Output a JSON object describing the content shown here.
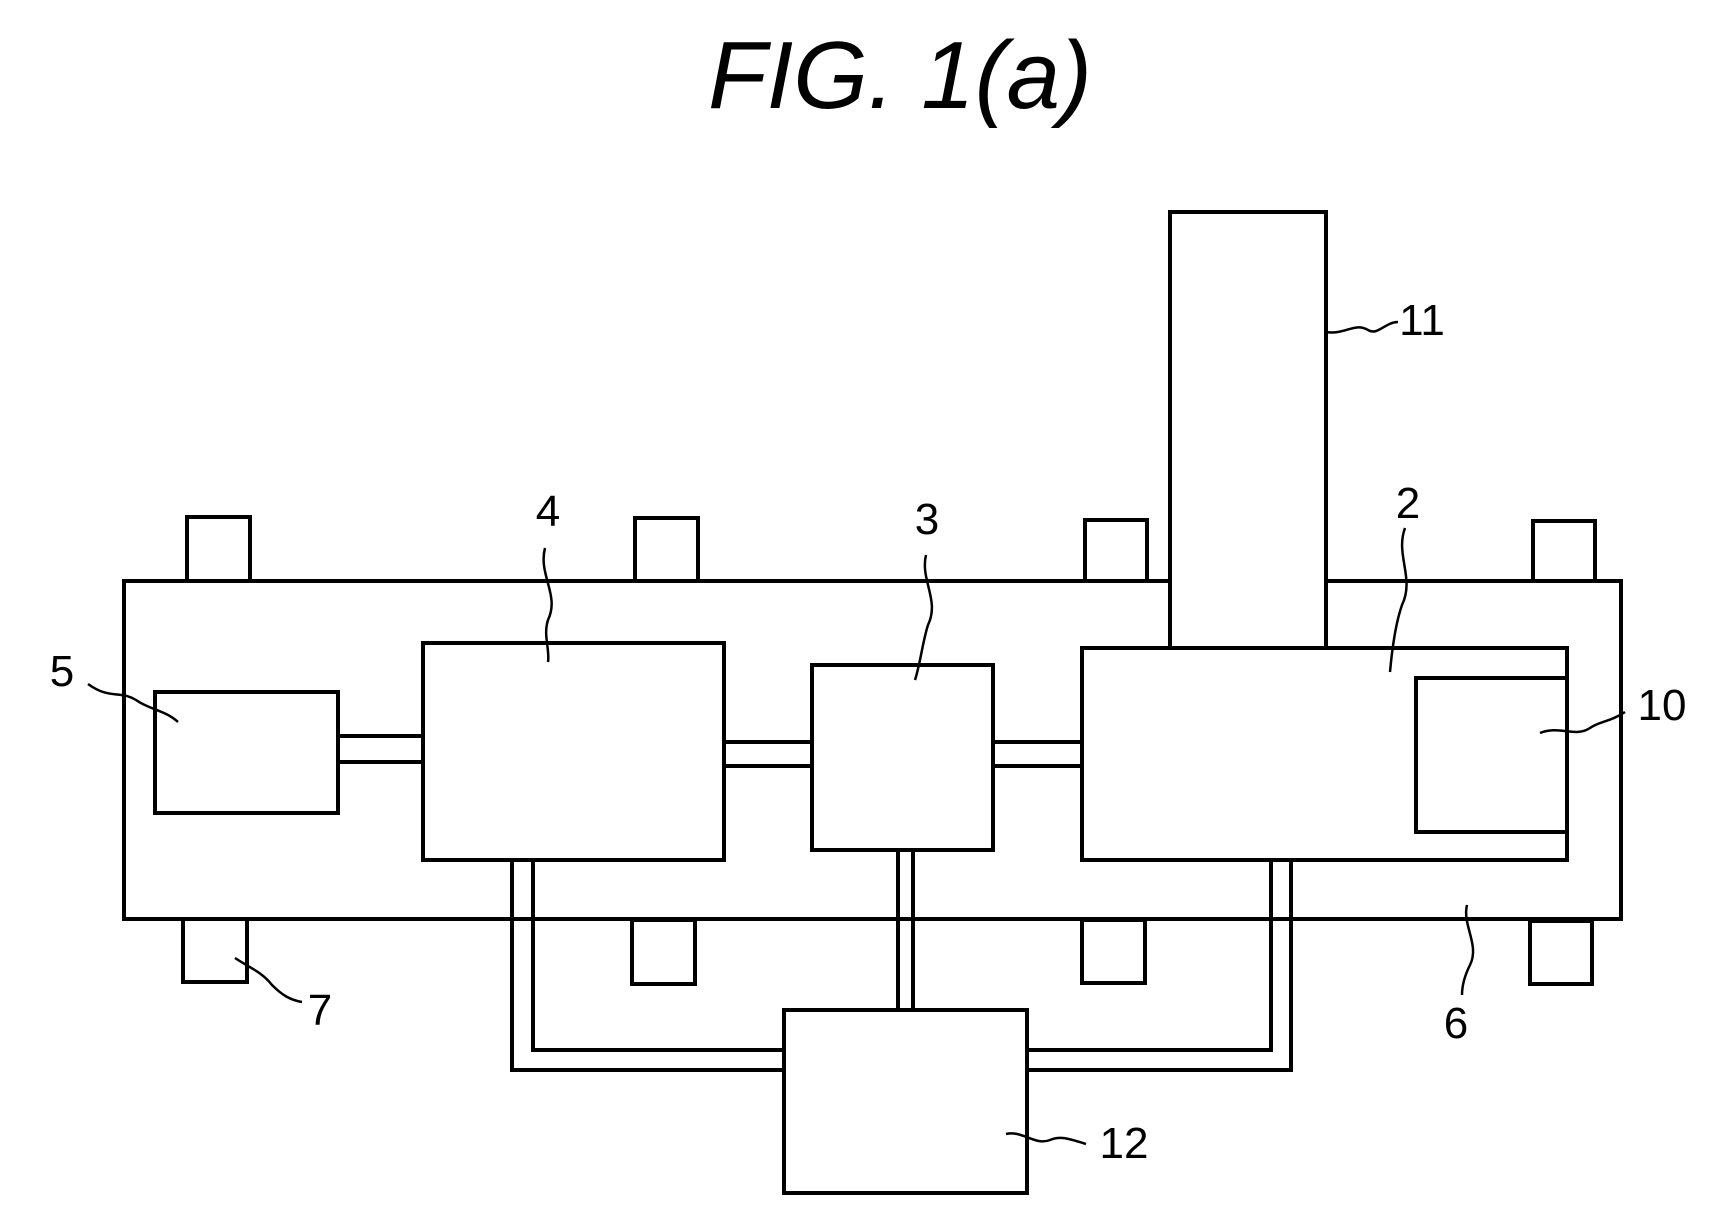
{
  "figure": {
    "title": "FIG. 1(a)",
    "labels": {
      "unit_2": "2",
      "unit_3": "3",
      "unit_4": "4",
      "unit_5": "5",
      "bed_6": "6",
      "leg_7": "7",
      "unit_10": "10",
      "unit_11": "11",
      "unit_12": "12"
    }
  }
}
